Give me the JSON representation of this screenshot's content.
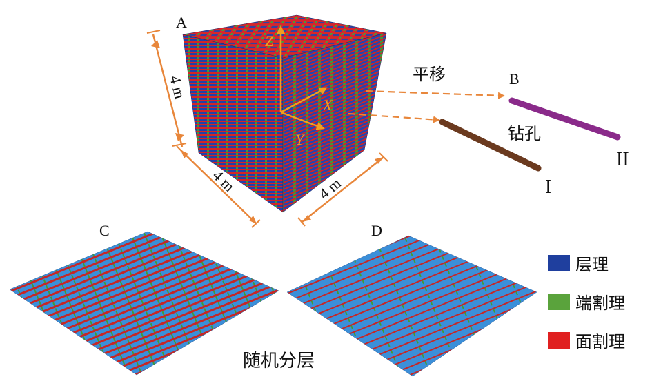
{
  "panels": {
    "a": "A",
    "b": "B",
    "c": "C",
    "d": "D"
  },
  "dimensions": {
    "height": "4 m",
    "width": "4 m",
    "depth": "4 m"
  },
  "axes": {
    "x": "X",
    "y": "Y",
    "z": "Z"
  },
  "translation_label": "平移",
  "borehole_label": "钻孔",
  "boreholes": [
    "I",
    "II"
  ],
  "random_layering_label": "随机分层",
  "legend": [
    {
      "label": "层理",
      "color": "#1f3f9e"
    },
    {
      "label": "端割理",
      "color": "#5aa33c"
    },
    {
      "label": "面割理",
      "color": "#e02020"
    }
  ],
  "colors": {
    "arrow": "#e8863a",
    "borehole_I": "#6b3a1f",
    "borehole_II": "#8a2a8a",
    "slice_base": "#3c8fd8"
  }
}
